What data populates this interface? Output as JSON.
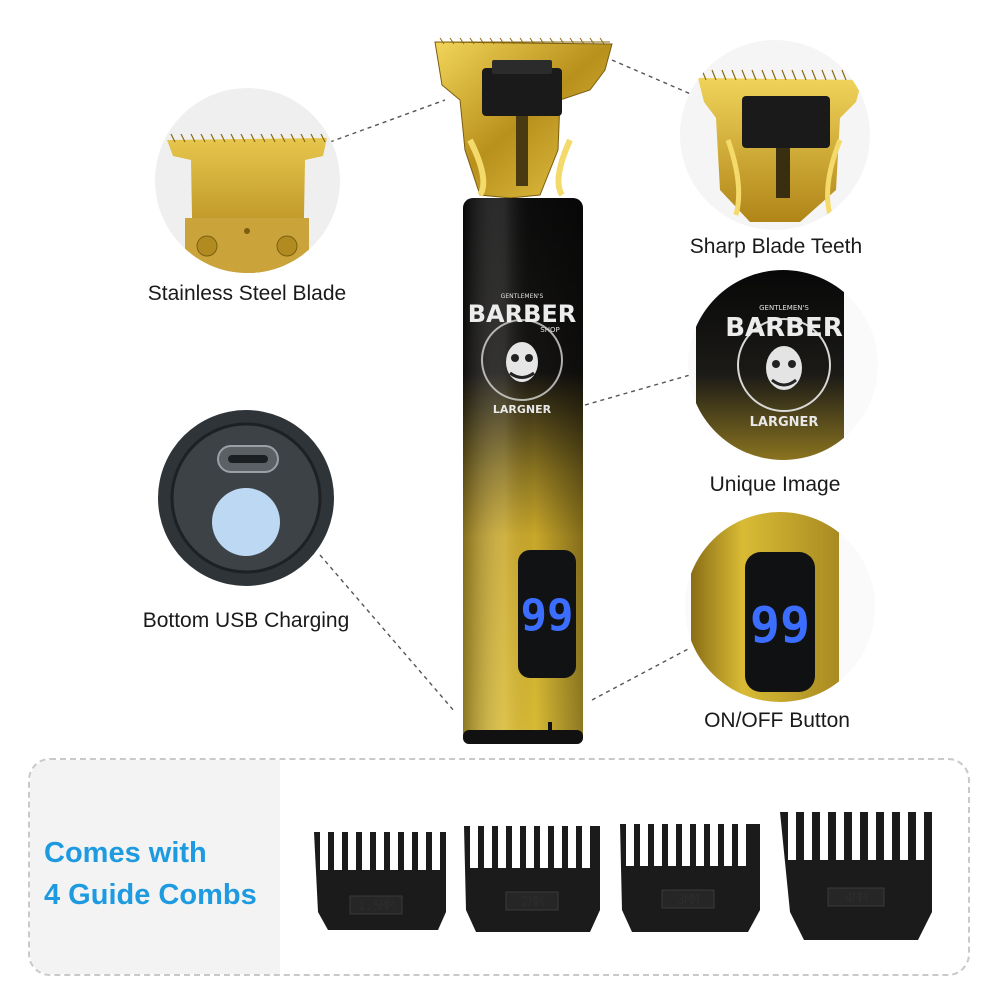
{
  "features": {
    "stainless_blade": "Stainless Steel Blade",
    "sharp_teeth": "Sharp Blade Teeth",
    "usb_charging": "Bottom USB Charging",
    "unique_image": "Unique Image",
    "on_off_button": "ON/OFF Button"
  },
  "logo": {
    "top": "GENTLEMEN'S",
    "main": "BARBER",
    "shop": "SHOP",
    "brand": "LARGNER"
  },
  "display": {
    "value": "99"
  },
  "combs": {
    "title_line1": "Comes with",
    "title_line2": "4 Guide Combs",
    "items": [
      "1.5MM",
      "2MM",
      "3MM",
      "4MM"
    ]
  },
  "colors": {
    "gold": "#d8b326",
    "black": "#0d0d0d",
    "accent_blue": "#1e9be0",
    "display_blue": "#3b6dff"
  }
}
